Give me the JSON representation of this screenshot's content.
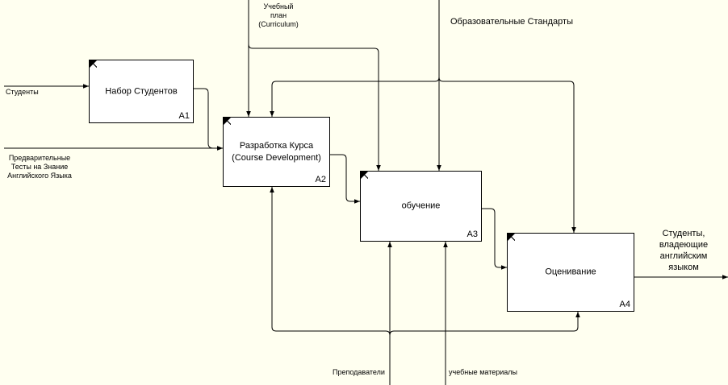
{
  "boxes": {
    "a1": {
      "title": "Набор Студентов",
      "code": "A1"
    },
    "a2": {
      "title": "Разработка Курса\n(Course Development)",
      "code": "A2"
    },
    "a3": {
      "title": "обучение",
      "code": "A3"
    },
    "a4": {
      "title": "Оценивание",
      "code": "A4"
    }
  },
  "arrows": {
    "students_in": "Студенты",
    "pretests": "Предварительные\nТесты на Знание\nАнглийского Языка",
    "curriculum": "Учебный\nплан\n(Curriculum)",
    "standards": "Образовательные Стандарты",
    "teachers": "Преподаватели",
    "materials": "учебные материалы",
    "students_out": "Студенты,\nвладеющие\nанглийским\nязыком"
  },
  "colors": {
    "background": "#fffff0",
    "line": "#000000"
  }
}
